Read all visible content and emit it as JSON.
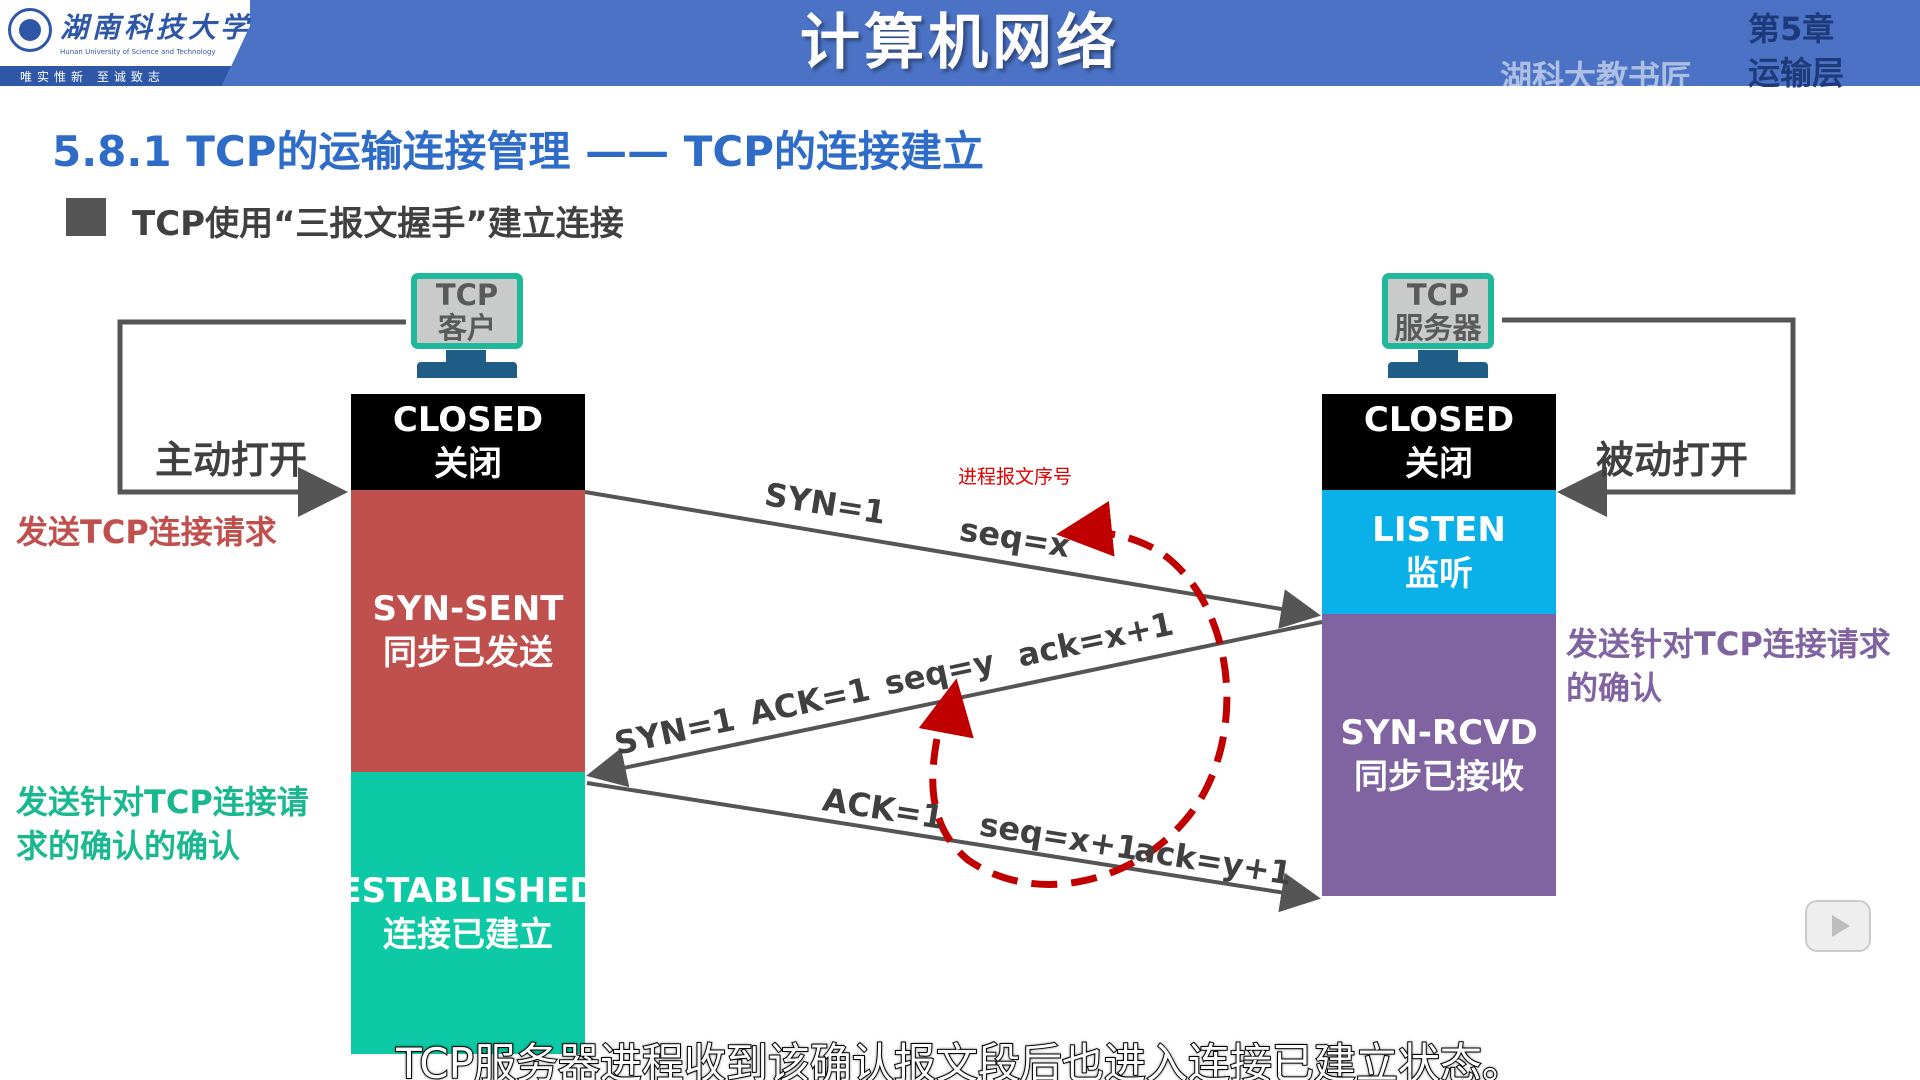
{
  "header": {
    "university_name": "湖南科技大学",
    "university_en": "Hunan University of Science and Technology",
    "motto": "唯实惟新  至诚致志",
    "course_title": "计算机网络",
    "chapter_number": "第5章",
    "chapter_name": "运输层",
    "watermark": "湖科大教书匠"
  },
  "title": "5.8.1 TCP的运输连接管理 —— TCP的连接建立",
  "subtitle": "TCP使用“三报文握手”建立连接",
  "client": {
    "computer_label_1": "TCP",
    "computer_label_2": "客户",
    "open_label": "主动打开",
    "send_request_label": "发送TCP连接请求",
    "ack_of_ack_label_1": "发送针对TCP连接请",
    "ack_of_ack_label_2": "求的确认的确认",
    "states": [
      {
        "line1": "CLOSED",
        "line2": "关闭",
        "color": "#000000"
      },
      {
        "line1": "SYN-SENT",
        "line2": "同步已发送",
        "color": "#c0504d"
      },
      {
        "line1": "ESTABLISHED",
        "line2": "连接已建立",
        "color": "#0ec9a5"
      }
    ]
  },
  "server": {
    "computer_label_1": "TCP",
    "computer_label_2": "服务器",
    "open_label": "被动打开",
    "ack_label_1": "发送针对TCP连接请求",
    "ack_label_2": "的确认",
    "states": [
      {
        "line1": "CLOSED",
        "line2": "关闭",
        "color": "#000000"
      },
      {
        "line1": "LISTEN",
        "line2": "监听",
        "color": "#0ab0e8"
      },
      {
        "line1": "SYN-RCVD",
        "line2": "同步已接收",
        "color": "#8064a2"
      }
    ]
  },
  "segments": {
    "first": {
      "syn": "SYN=1",
      "seq": "seq=x"
    },
    "second": {
      "syn": "SYN=1",
      "ack": "ACK=1",
      "seq": "seq=y",
      "ack_num": "ack=x+1"
    },
    "third": {
      "ack": "ACK=1",
      "seq": "seq=x+1",
      "ack_num": "ack=y+1"
    }
  },
  "note": "进程报文序号",
  "caption": "TCP服务器进程收到该确认报文段后也进入连接已建立状态。",
  "colors": {
    "header_blue": "#4b72c4",
    "title_blue": "#2e6cc8",
    "monitor_border": "#20b89a",
    "stand_blue": "#1f5d86",
    "red_label": "#c0504d",
    "teal_label": "#19b890",
    "purple_label": "#8064a2",
    "dash_red": "#c00000",
    "note_red": "#e00000",
    "line_gray": "#555555"
  }
}
